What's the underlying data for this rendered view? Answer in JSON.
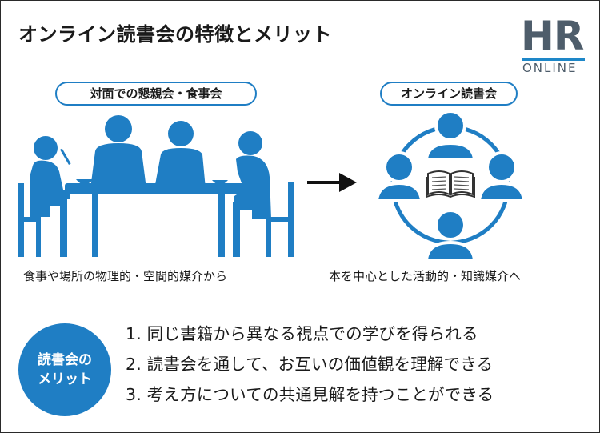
{
  "title": "オンライン読書会の特徴とメリット",
  "logo": {
    "main": "HR",
    "sub": "ONLINE"
  },
  "left_panel": {
    "pill": "対面での懇親会・食事会",
    "caption": "食事や場所の物理的・空間的媒介から"
  },
  "right_panel": {
    "pill": "オンライン読書会",
    "caption": "本を中心とした活動的・知識媒介へ"
  },
  "badge": {
    "line1": "読書会の",
    "line2": "メリット"
  },
  "merits": [
    "1. 同じ書籍から異なる視点での学びを得られる",
    "2. 読書会を通して、お互いの価値観を理解できる",
    "3. 考え方についての共通見解を持つことができる"
  ],
  "colors": {
    "accent": "#1f7ec4",
    "logo_gray": "#4e5d6b",
    "text": "#1a1a1a"
  },
  "icons": [
    "dinner-people-icon",
    "arrow-right-icon",
    "book-icon",
    "person-icon",
    "cycle-ring-icon"
  ]
}
